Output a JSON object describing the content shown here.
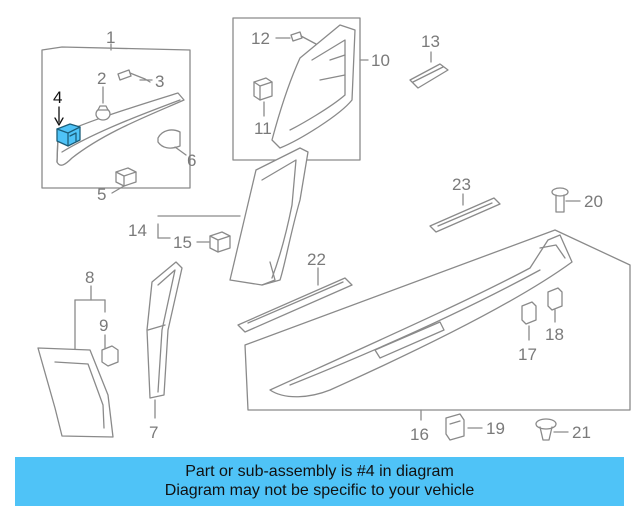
{
  "callouts": {
    "c1": "1",
    "c2": "2",
    "c3": "3",
    "c4": "4",
    "c5": "5",
    "c6": "6",
    "c7": "7",
    "c8": "8",
    "c9": "9",
    "c10": "10",
    "c11": "11",
    "c12": "12",
    "c13": "13",
    "c14": "14",
    "c15": "15",
    "c16": "16",
    "c17": "17",
    "c18": "18",
    "c19": "19",
    "c20": "20",
    "c21": "21",
    "c22": "22",
    "c23": "23"
  },
  "highlight": {
    "part": "4",
    "color": "#4fc3f7"
  },
  "colors": {
    "line": "#8a8a8a",
    "part_fill": "#ffffff",
    "shade": "#e6e6e6"
  },
  "banner": {
    "line1": "Part or sub-assembly is #4 in diagram",
    "line2": "Diagram may not be specific to your vehicle",
    "color": "#4fc3f7"
  }
}
